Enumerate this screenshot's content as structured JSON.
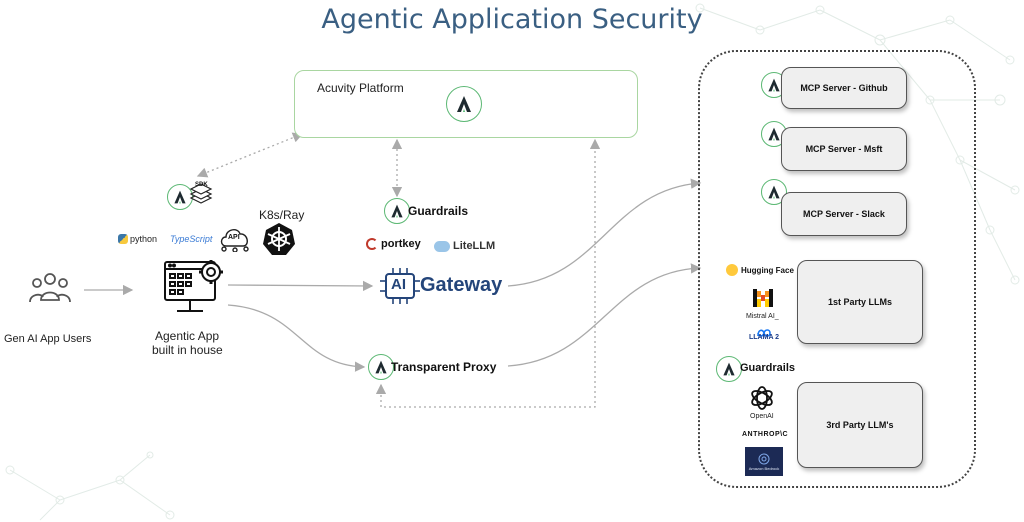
{
  "title": "Agentic Application Security",
  "platform": {
    "label": "Acuvity Platform"
  },
  "users": {
    "label": "Gen AI App Users"
  },
  "app": {
    "label_line1": "Agentic App",
    "label_line2": "built in house",
    "sdk_label": "SDK",
    "api_label": "API",
    "languages": [
      "python",
      "TypeScript"
    ],
    "runtime": "K8s/Ray"
  },
  "gateway": {
    "guardrails_label": "Guardrails",
    "providers": [
      "portkey",
      "LiteLLM"
    ],
    "ai_label": "AI",
    "gateway_label": "Gateway"
  },
  "proxy": {
    "label": "Transparent Proxy"
  },
  "mcp_servers": [
    {
      "label": "MCP Server - Github"
    },
    {
      "label": "MCP Server - Msft"
    },
    {
      "label": "MCP Server - Slack"
    }
  ],
  "first_party": {
    "label": "1st Party LLMs",
    "providers": [
      "Hugging Face",
      "Mistral AI_",
      "LLAMA 2"
    ]
  },
  "third_party": {
    "guardrails_label": "Guardrails",
    "label": "3rd Party LLM's",
    "providers": [
      "OpenAI",
      "ANTHROP\\C",
      "Amazon Bedrock"
    ]
  },
  "colors": {
    "title": "#3a5f82",
    "badge_ring": "#5cb874",
    "platform_border": "#a9d6a1",
    "gateway_blue": "#24457a",
    "box_fill": "#efefef"
  }
}
